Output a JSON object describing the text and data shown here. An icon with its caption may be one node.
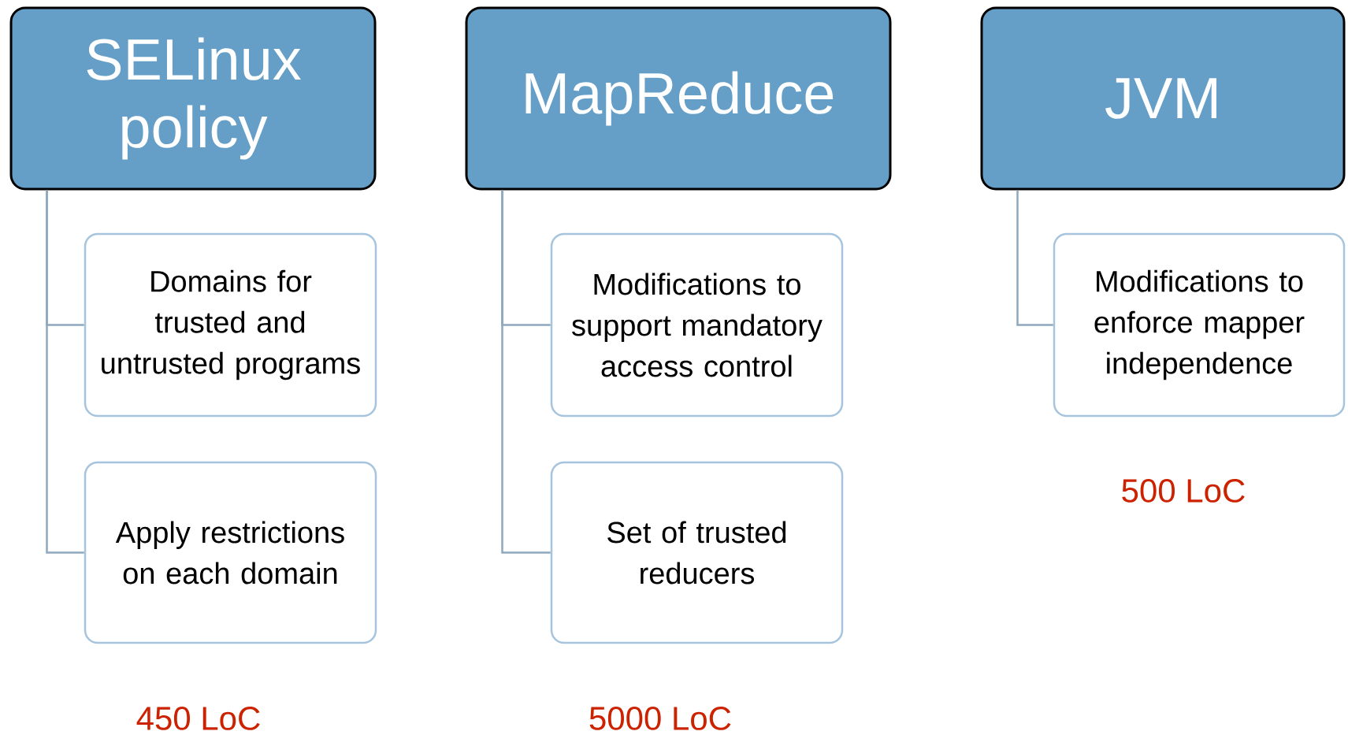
{
  "diagram": {
    "nodes": [
      {
        "text": [
          "SELinux policy"
        ]
      },
      {
        "text": [
          "Domains for trusted and untrusted programs"
        ]
      },
      {
        "text": [
          "Apply restrictions on each domain"
        ]
      },
      {
        "text": [
          "MapReduce"
        ]
      },
      {
        "text": [
          "Modifications to support mandatory access control"
        ]
      },
      {
        "text": [
          "Set of trusted reducers"
        ]
      },
      {
        "text": [
          "JVM"
        ]
      },
      {
        "text": [
          "Modifications to enforce mapper independence"
        ]
      }
    ],
    "edges": [
      {
        "from": 0,
        "to": 1,
        "arrow": "none"
      },
      {
        "from": 0,
        "to": 2,
        "arrow": "none"
      },
      {
        "from": 3,
        "to": 4,
        "arrow": "none"
      },
      {
        "from": 3,
        "to": 5,
        "arrow": "none"
      },
      {
        "from": 6,
        "to": 7,
        "arrow": "none"
      }
    ],
    "labels": [
      "450 LoC",
      "5000 LoC",
      "500 LoC"
    ]
  }
}
